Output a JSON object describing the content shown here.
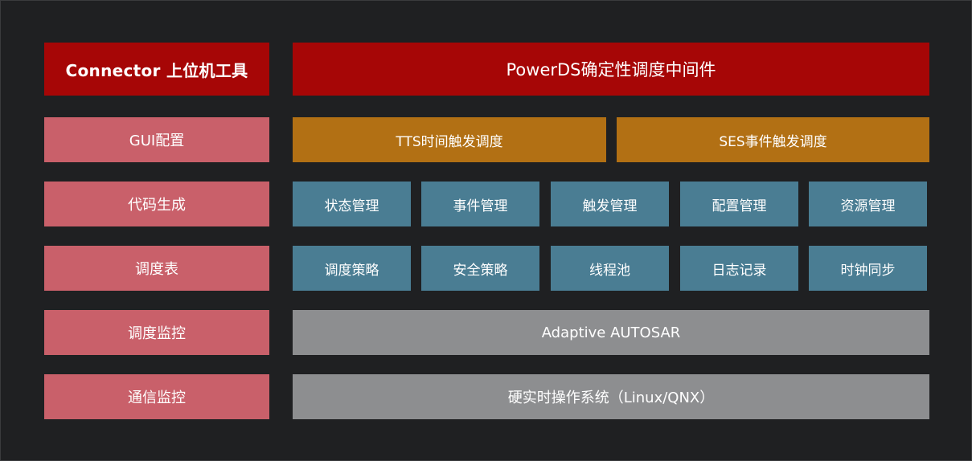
{
  "left_column": {
    "header": "Connector 上位机工具",
    "items": [
      "GUI配置",
      "代码生成",
      "调度表",
      "调度监控",
      "通信监控"
    ]
  },
  "main": {
    "header": "PowerDS确定性调度中间件",
    "triggers": [
      "TTS时间触发调度",
      "SES事件触发调度"
    ],
    "row1": [
      "状态管理",
      "事件管理",
      "触发管理",
      "配置管理",
      "资源管理"
    ],
    "row2": [
      "调度策略",
      "安全策略",
      "线程池",
      "日志记录",
      "时钟同步"
    ],
    "autosar": "Adaptive AUTOSAR",
    "os": "硬实时操作系统（Linux/QNX）"
  },
  "colors": {
    "background": "#1f2022",
    "header": "#a60606",
    "left_items": "#c9606a",
    "triggers": "#b27014",
    "modules": "#4a7d93",
    "platform": "#8d8e90"
  }
}
